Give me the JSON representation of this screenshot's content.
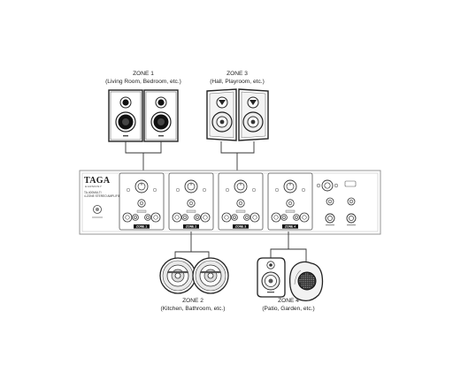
{
  "zones": [
    {
      "title": "ZONE 1",
      "subtitle": "(Living Room, Bedroom, etc.)"
    },
    {
      "title": "ZONE 3",
      "subtitle": "(Hall, Playroom, etc.)"
    },
    {
      "title": "ZONE 2",
      "subtitle": "(Kitchen, Bathroom, etc.)"
    },
    {
      "title": "ZONE 4",
      "subtitle": "(Patio, Garden, etc.)"
    }
  ],
  "amplifier": {
    "brand": "TAGA",
    "brand_sub": "HARMONY",
    "model": "TA-400MULTI",
    "description": "4-ZONE STEREO AMPLIFIER",
    "channel_labels": [
      "ZONE 1",
      "ZONE 2",
      "ZONE 3",
      "ZONE 4"
    ]
  },
  "colors": {
    "line": "#333333",
    "amp_outline": "#8a8a8a",
    "speaker_fill": "#ffffff"
  }
}
